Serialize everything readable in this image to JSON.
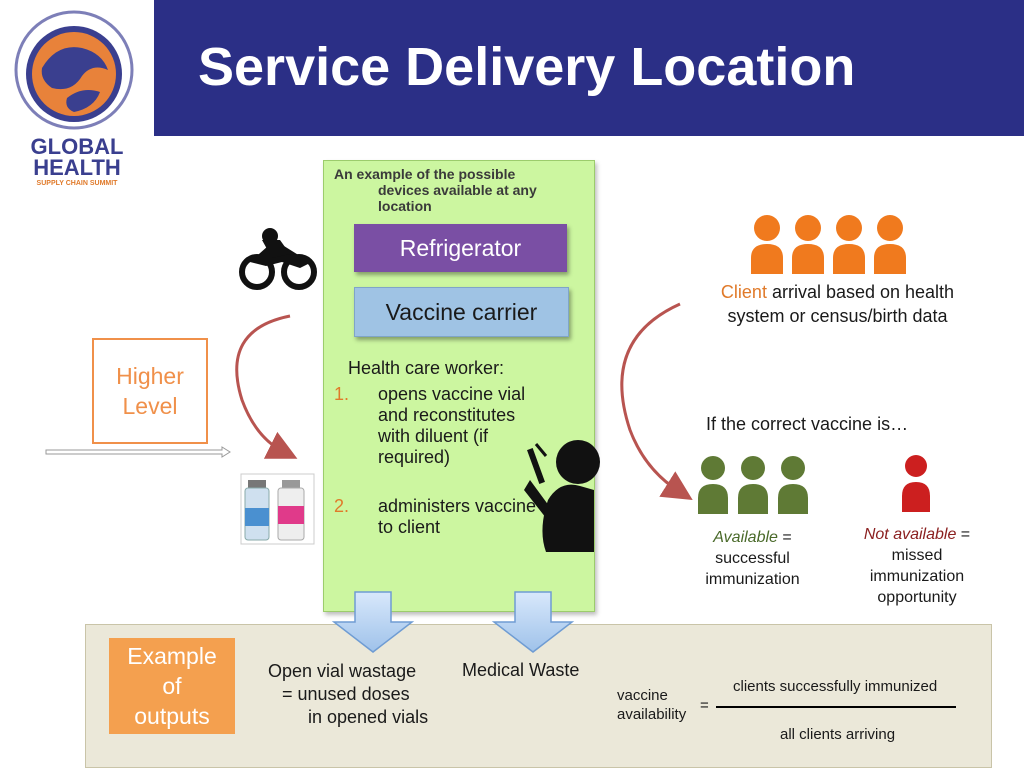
{
  "header": {
    "title": "Service Delivery Location",
    "logo_line1": "GLOBAL",
    "logo_line2": "HEALTH",
    "logo_line3": "SUPPLY CHAIN SUMMIT",
    "bar_color": "#2b2f86"
  },
  "left": {
    "higher_level_line1": "Higher",
    "higher_level_line2": "Level",
    "transport_icon": "motorcycle-icon",
    "vials_icon": "vaccine-vials-icon"
  },
  "panel": {
    "caption_line1": "An example of the possible",
    "caption_line2": "devices available at any",
    "caption_line3": "location",
    "refrigerator": "Refrigerator",
    "vaccine_carrier": "Vaccine carrier",
    "hcw_heading": "Health care worker:",
    "steps": [
      {
        "num": "1.",
        "text": "opens vaccine vial and reconstitutes with diluent (if required)"
      },
      {
        "num": "2.",
        "text": "administers vaccine to client"
      }
    ],
    "worker_icon": "health-worker-silhouette-icon"
  },
  "right": {
    "client_word": "Client",
    "client_rest": " arrival based on health system or census/birth data",
    "if_correct": "If the correct vaccine is…",
    "available_word": "Available",
    "available_eq": " =",
    "available_rest": "successful immunization",
    "not_available_word": "Not available",
    "not_available_eq": " =",
    "not_available_rest": "missed immunization opportunity",
    "colors": {
      "clients": "#f07a1e",
      "available": "#5f7a35",
      "not_available": "#cc1f1f"
    }
  },
  "outputs": {
    "label_line1": "Example",
    "label_line2": "of",
    "label_line3": "outputs",
    "open_vial_line1": "Open vial wastage",
    "open_vial_line2": "= unused doses",
    "open_vial_line3": "in opened vials",
    "medical_waste": "Medical Waste",
    "formula_label_line1": "vaccine",
    "formula_label_line2": "availability",
    "formula_eq": "=",
    "numerator": "clients successfully immunized",
    "denominator": "all clients arriving"
  }
}
